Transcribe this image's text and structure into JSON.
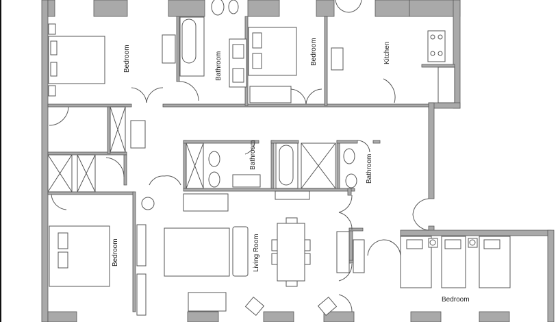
{
  "rooms": [
    {
      "label": "Bedroom"
    },
    {
      "label": "Bathroom"
    },
    {
      "label": "Bedroom"
    },
    {
      "label": "Kitchen"
    },
    {
      "label": "Bathroom"
    },
    {
      "label": "Bathroom"
    },
    {
      "label": "Bedroom"
    },
    {
      "label": "Living Room"
    },
    {
      "label": "Bedroom"
    }
  ],
  "colors": {
    "wall": "#a9a9a9",
    "line": "#555555"
  }
}
